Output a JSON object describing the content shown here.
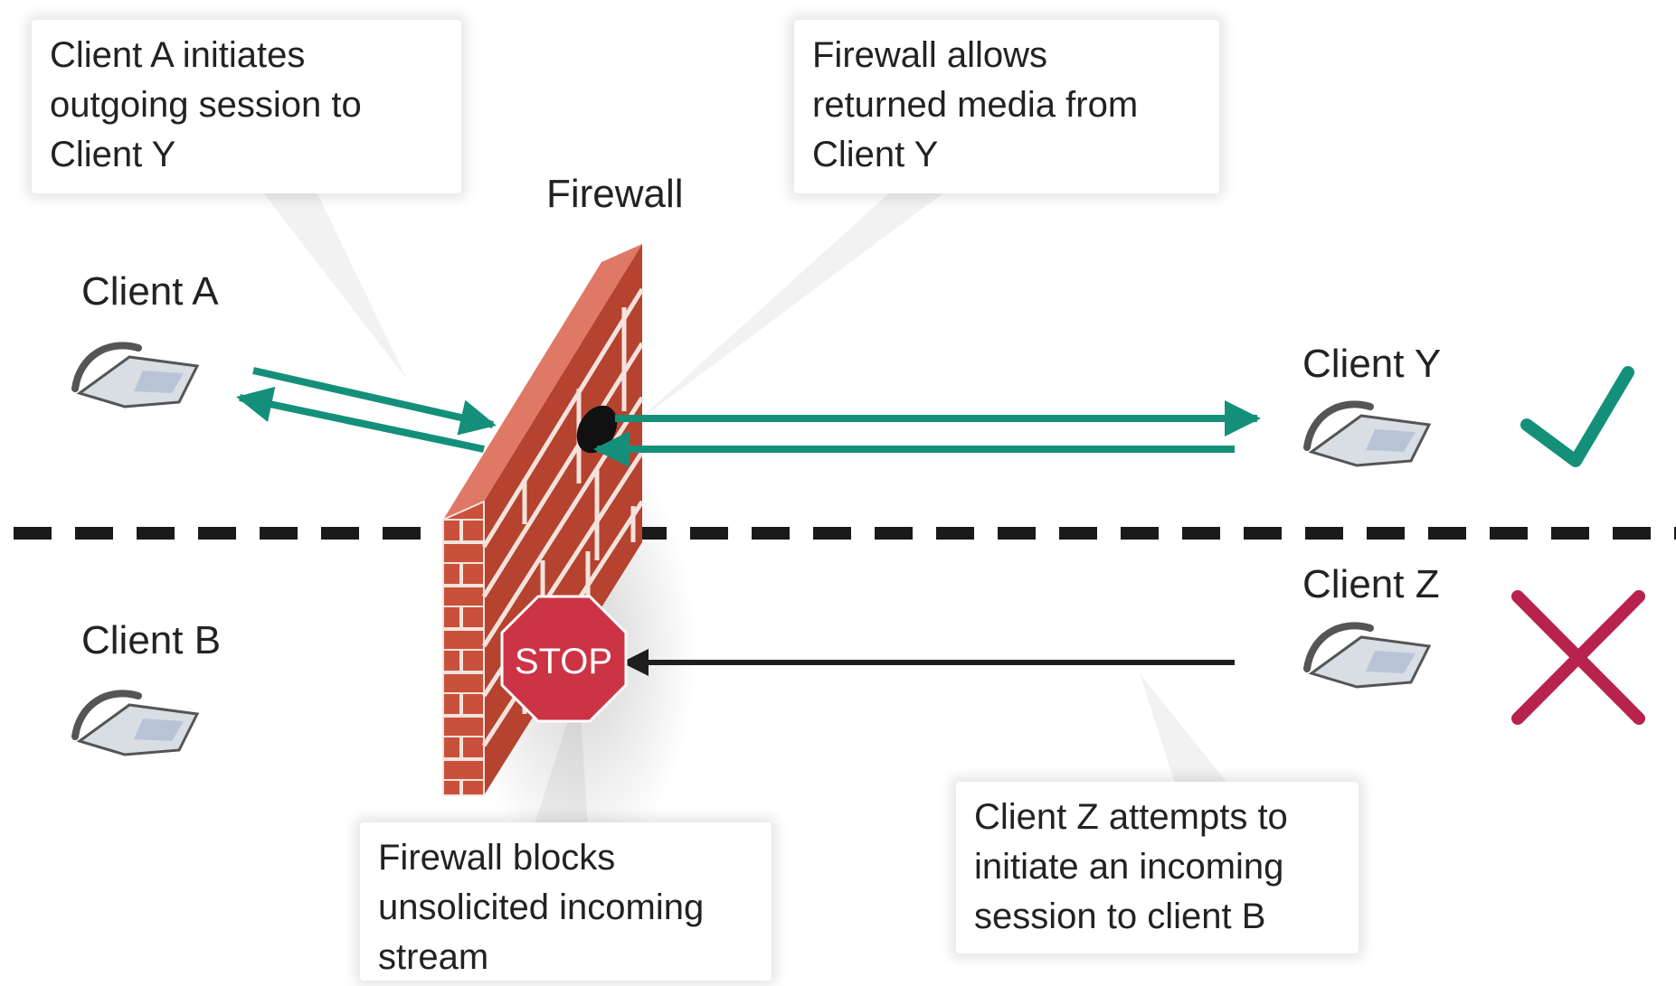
{
  "firewall_label": "Firewall",
  "clients": {
    "a": "Client A",
    "b": "Client B",
    "y": "Client Y",
    "z": "Client Z"
  },
  "callouts": {
    "client_a_initiates": "Client A initiates\noutgoing session to\nClient Y",
    "firewall_allows": "Firewall allows\nreturned media from\nClient Y",
    "firewall_blocks": "Firewall blocks\nunsolicited incoming\nstream",
    "client_z_attempts": "Client Z attempts to\ninitiate an incoming\nsession to client B"
  },
  "stop_sign_text": "STOP",
  "colors": {
    "arrow_green": "#14907a",
    "arrow_dark": "#1e1e1e",
    "brick": "#c9503a",
    "mortar": "#f4e3dc",
    "stop_red": "#cc3344",
    "check_green": "#14907a",
    "cross_red": "#b8234d",
    "divider": "#1a1a1a"
  },
  "status": {
    "allowed": "check-mark",
    "blocked": "x-mark"
  }
}
